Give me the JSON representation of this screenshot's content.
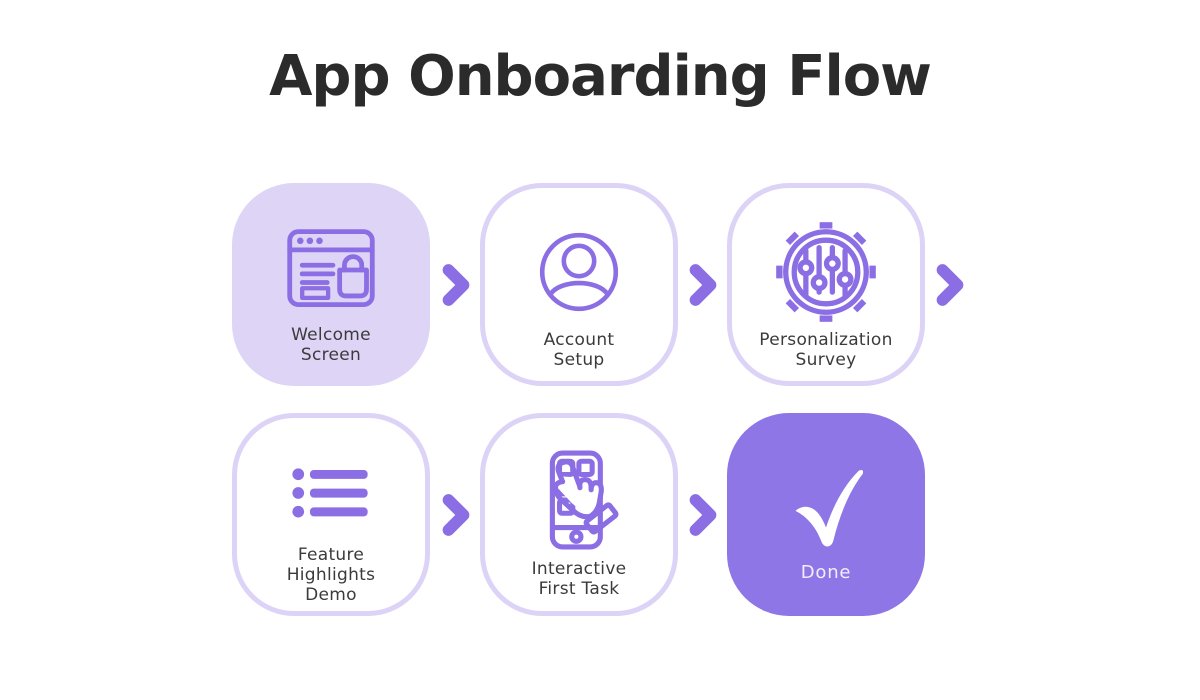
{
  "title": "App Onboarding Flow",
  "colors": {
    "accent": "#8b6de4",
    "card_fill_light": "#ddd4f6",
    "card_border": "#dcd3f6",
    "done_fill": "#8e76e6",
    "title_color": "#2b2b2b",
    "label_color": "#3b3b3b",
    "done_label_color": "#f2eefb"
  },
  "steps": [
    {
      "label": "Welcome\nScreen",
      "icon": "browser-shopping-icon",
      "variant": "highlight"
    },
    {
      "label": "Account\nSetup",
      "icon": "user-avatar-icon",
      "variant": "outline"
    },
    {
      "label": "Personalization\nSurvey",
      "icon": "gear-sliders-icon",
      "variant": "outline"
    },
    {
      "label": "Feature\nHighlights\nDemo",
      "icon": "bullet-list-icon",
      "variant": "outline"
    },
    {
      "label": "Interactive\nFirst Task",
      "icon": "phone-tap-icon",
      "variant": "outline"
    },
    {
      "label": "Done",
      "icon": "checkmark-icon",
      "variant": "solid"
    }
  ],
  "connector": {
    "type": "chevron-right",
    "count": 5
  }
}
